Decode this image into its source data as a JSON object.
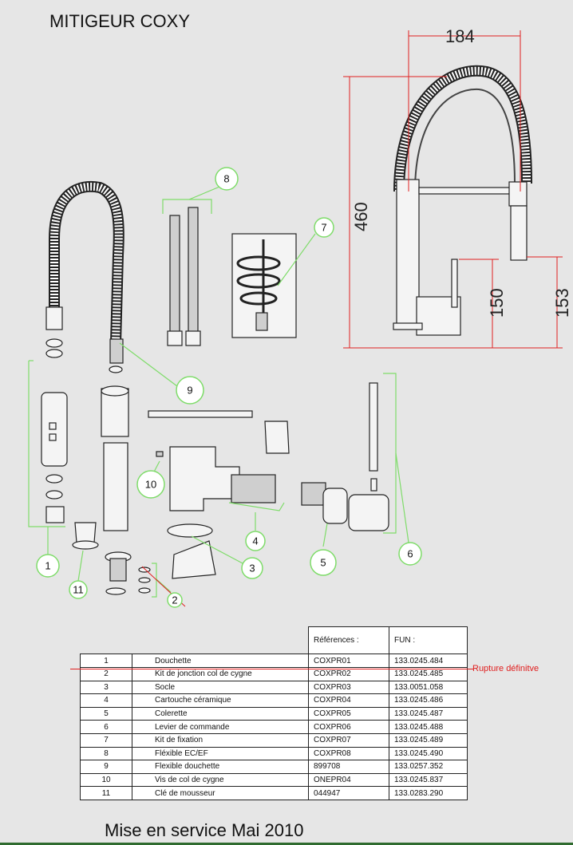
{
  "title": "MITIGEUR COXY",
  "footer": "Mise en service Mai 2010",
  "dimensions": {
    "width": "184",
    "height": "460",
    "spout_left": "150",
    "spout_right": "153"
  },
  "badges": [
    "1",
    "2",
    "3",
    "4",
    "5",
    "6",
    "7",
    "8",
    "9",
    "10",
    "11"
  ],
  "table": {
    "headers": {
      "ref": "Références :",
      "fun": "FUN :"
    },
    "rows": [
      {
        "num": "1",
        "designation": "Douchette",
        "ref": "COXPR01",
        "fun": "133.0245.484"
      },
      {
        "num": "2",
        "designation": "Kit de jonction col de cygne",
        "ref": "COXPR02",
        "fun": "133.0245.485"
      },
      {
        "num": "3",
        "designation": "Socle",
        "ref": "COXPR03",
        "fun": "133.0051.058"
      },
      {
        "num": "4",
        "designation": "Cartouche céramique",
        "ref": "COXPR04",
        "fun": "133.0245.486"
      },
      {
        "num": "5",
        "designation": "Colerette",
        "ref": "COXPR05",
        "fun": "133.0245.487"
      },
      {
        "num": "6",
        "designation": "Levier de commande",
        "ref": "COXPR06",
        "fun": "133.0245.488"
      },
      {
        "num": "7",
        "designation": "Kit de fixation",
        "ref": "COXPR07",
        "fun": "133.0245.489"
      },
      {
        "num": "8",
        "designation": "Fléxible EC/EF",
        "ref": "COXPR08",
        "fun": "133.0245.490"
      },
      {
        "num": "9",
        "designation": "Flexible douchette",
        "ref": "899708",
        "fun": "133.0257.352"
      },
      {
        "num": "10",
        "designation": "Vis de col de cygne",
        "ref": "ONEPR04",
        "fun": "133.0245.837"
      },
      {
        "num": "11",
        "designation": "Clé de mousseur",
        "ref": "044947",
        "fun": "133.0283.290"
      }
    ]
  },
  "strike_note": "Rupture définitve",
  "colors": {
    "badge_outline": "#7fdc6a",
    "dimension_line": "#e02020",
    "strike_line": "#e02020"
  }
}
